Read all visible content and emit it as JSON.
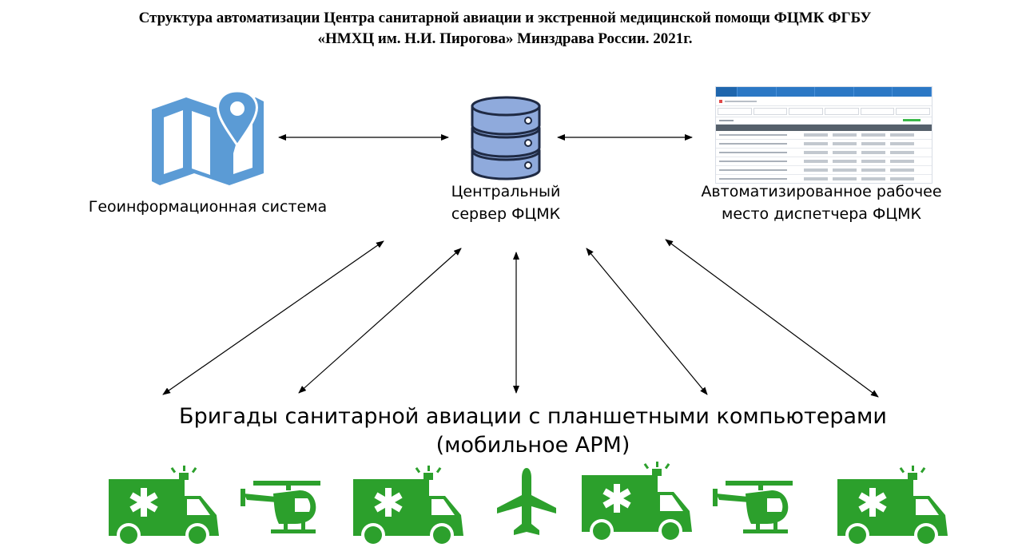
{
  "title": {
    "line1": "Структура автоматизации Центра санитарной авиации и экстренной медицинской помощи ФЦМК ФГБУ",
    "line2": "«НМХЦ им. Н.И. Пирогова» Минздрава России. 2021г."
  },
  "nodes": {
    "gis": {
      "label": "Геоинформационная система",
      "icon": "map-pin-icon"
    },
    "server": {
      "line1": "Центральный",
      "line2": "сервер ФЦМК",
      "icon": "database-server-icon"
    },
    "arm": {
      "line1": "Автоматизированное рабочее",
      "line2": "место диспетчера ФЦМК",
      "icon": "dispatcher-screen-thumbnail"
    },
    "brigades": {
      "line1": "Бригады санитарной авиации с планшетными компьютерами",
      "line2": "(мобильное АРМ)"
    }
  },
  "vehicles": [
    "ambulance-icon",
    "helicopter-icon",
    "ambulance-icon",
    "airplane-icon",
    "ambulance-icon",
    "helicopter-icon",
    "ambulance-icon"
  ],
  "colors": {
    "map_blue": "#5b9bd5",
    "server_blue": "#8faadc",
    "vehicle_green": "#2ca02c",
    "arrow": "#000000"
  }
}
